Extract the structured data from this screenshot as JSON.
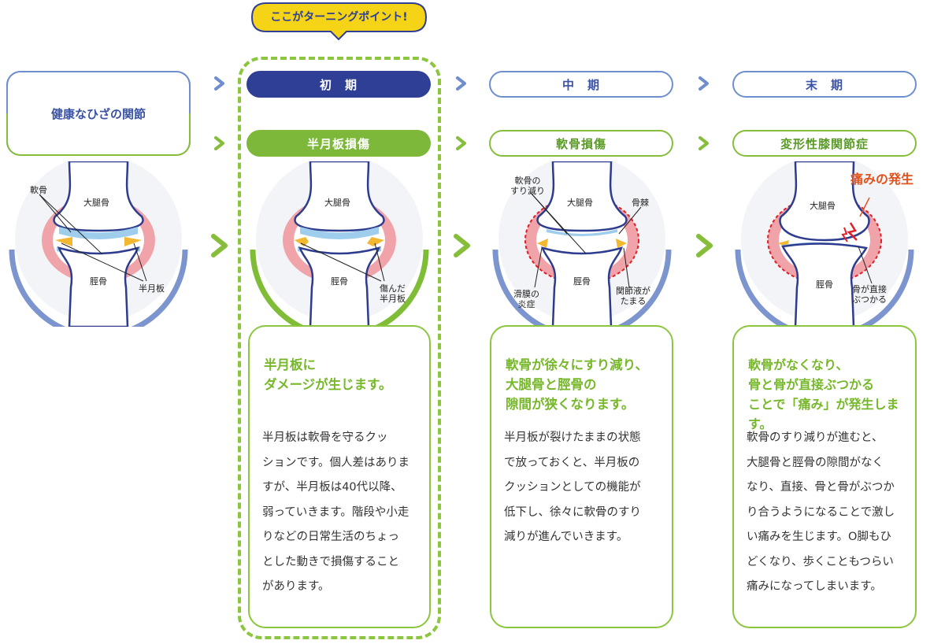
{
  "callout": "ここがターニングポイント!",
  "stages": [
    {
      "stage": "",
      "name": "健康なひざの関節"
    },
    {
      "stage": "初　期",
      "name": "半月板損傷"
    },
    {
      "stage": "中　期",
      "name": "軟骨損傷"
    },
    {
      "stage": "末　期",
      "name": "変形性膝関節症"
    }
  ],
  "diagram_labels": {
    "healthy": {
      "cartilage": "軟骨",
      "femur": "大腿骨",
      "tibia": "脛骨",
      "meniscus": "半月板"
    },
    "early": {
      "femur": "大腿骨",
      "tibia": "脛骨",
      "damaged_meniscus": "傷んだ\n半月板"
    },
    "middle": {
      "cartilage_wear": "軟骨の\nすり減り",
      "femur": "大腿骨",
      "osteophyte": "骨棘",
      "tibia": "脛骨",
      "synovitis": "滑膜の\n炎症",
      "effusion": "関節液が\nたまる"
    },
    "late": {
      "femur": "大腿骨",
      "tibia": "脛骨",
      "bone_contact": "骨が直接\nぶつかる",
      "pain": "痛みの発生"
    }
  },
  "cards": [
    {
      "title": "半月板に\nダメージが生じます。",
      "body": "半月板は軟骨を守るクッ\nションです。個人差はありま\nすが、半月板は40代以降、\n弱っていきます。階段や小走\nりなどの日常生活のちょっ\nとした動きで損傷すること\nがあります。"
    },
    {
      "title": "軟骨が徐々にすり減り、\n大腿骨と脛骨の\n隙間が狭くなります。",
      "body": "半月板が裂けたままの状態\nで放っておくと、半月板の\nクッションとしての機能が\n低下し、徐々に軟骨のすり\n減りが進んでいきます。"
    },
    {
      "title": "軟骨がなくなり、\n骨と骨が直接ぶつかる\nことで「痛み」が発生します。",
      "body": "軟骨のすり減りが進むと、\n大腿骨と脛骨の隙間がなく\nなり、直接、骨と骨がぶつか\nり合うようになることで激し\nい痛みを生じます。O脚もひ\nどくなり、歩くこともつらい\n痛みになってしまいます。"
    }
  ],
  "colors": {
    "navy": "#2f3f95",
    "blue_outline": "#6e8ed0",
    "green": "#8cc63f",
    "callout_yellow": "#f5d316",
    "pain_red": "#e2521d"
  }
}
